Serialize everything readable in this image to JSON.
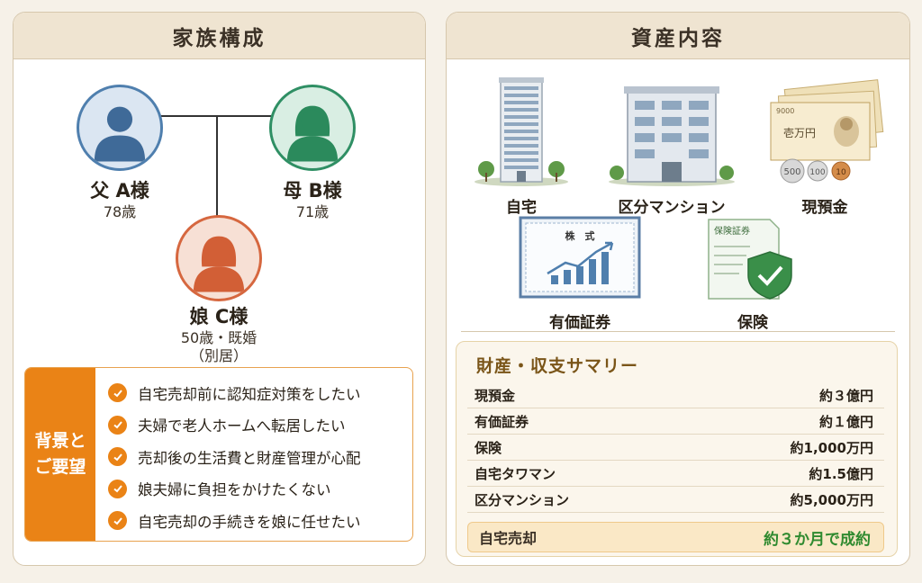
{
  "family": {
    "title": "家族構成",
    "father": {
      "name": "父 A様",
      "age": "78歳"
    },
    "mother": {
      "name": "母 B様",
      "age": "71歳"
    },
    "daughter": {
      "name": "娘 C様",
      "age": "50歳・既婚",
      "note": "（別居）"
    },
    "background": {
      "label_line1": "背景と",
      "label_line2": "ご要望",
      "items": [
        "自宅売却前に認知症対策をしたい",
        "夫婦で老人ホームへ転居したい",
        "売却後の生活費と財産管理が心配",
        "娘夫婦に負担をかけたくない",
        "自宅売却の手続きを娘に任せたい"
      ]
    }
  },
  "assets": {
    "title": "資産内容",
    "items": [
      {
        "label": "自宅"
      },
      {
        "label": "区分マンション"
      },
      {
        "label": "現預金"
      },
      {
        "label": "有価証券"
      },
      {
        "label": "保険"
      }
    ],
    "bill_text": "壱万円",
    "bill_number": "9000",
    "coins": [
      "500",
      "100",
      "10"
    ],
    "stock_doc_title": "株　式",
    "insurance_doc_title": "保険証券"
  },
  "summary": {
    "title": "財産・収支サマリー",
    "rows": [
      {
        "label": "現預金",
        "value": "約３億円"
      },
      {
        "label": "有価証券",
        "value": "約１億円"
      },
      {
        "label": "保険",
        "value": "約1,000万円"
      },
      {
        "label": "自宅タワマン",
        "value": "約1.5億円"
      },
      {
        "label": "区分マンション",
        "value": "約5,000万円"
      }
    ],
    "highlight": {
      "label": "自宅売却",
      "value": "約３か月で成約"
    }
  },
  "colors": {
    "accent_orange": "#ea8316",
    "father_blue": "#4f7fae",
    "mother_green": "#2f8f64",
    "daughter_orange": "#d6673f",
    "success_green": "#2f8a2f"
  }
}
